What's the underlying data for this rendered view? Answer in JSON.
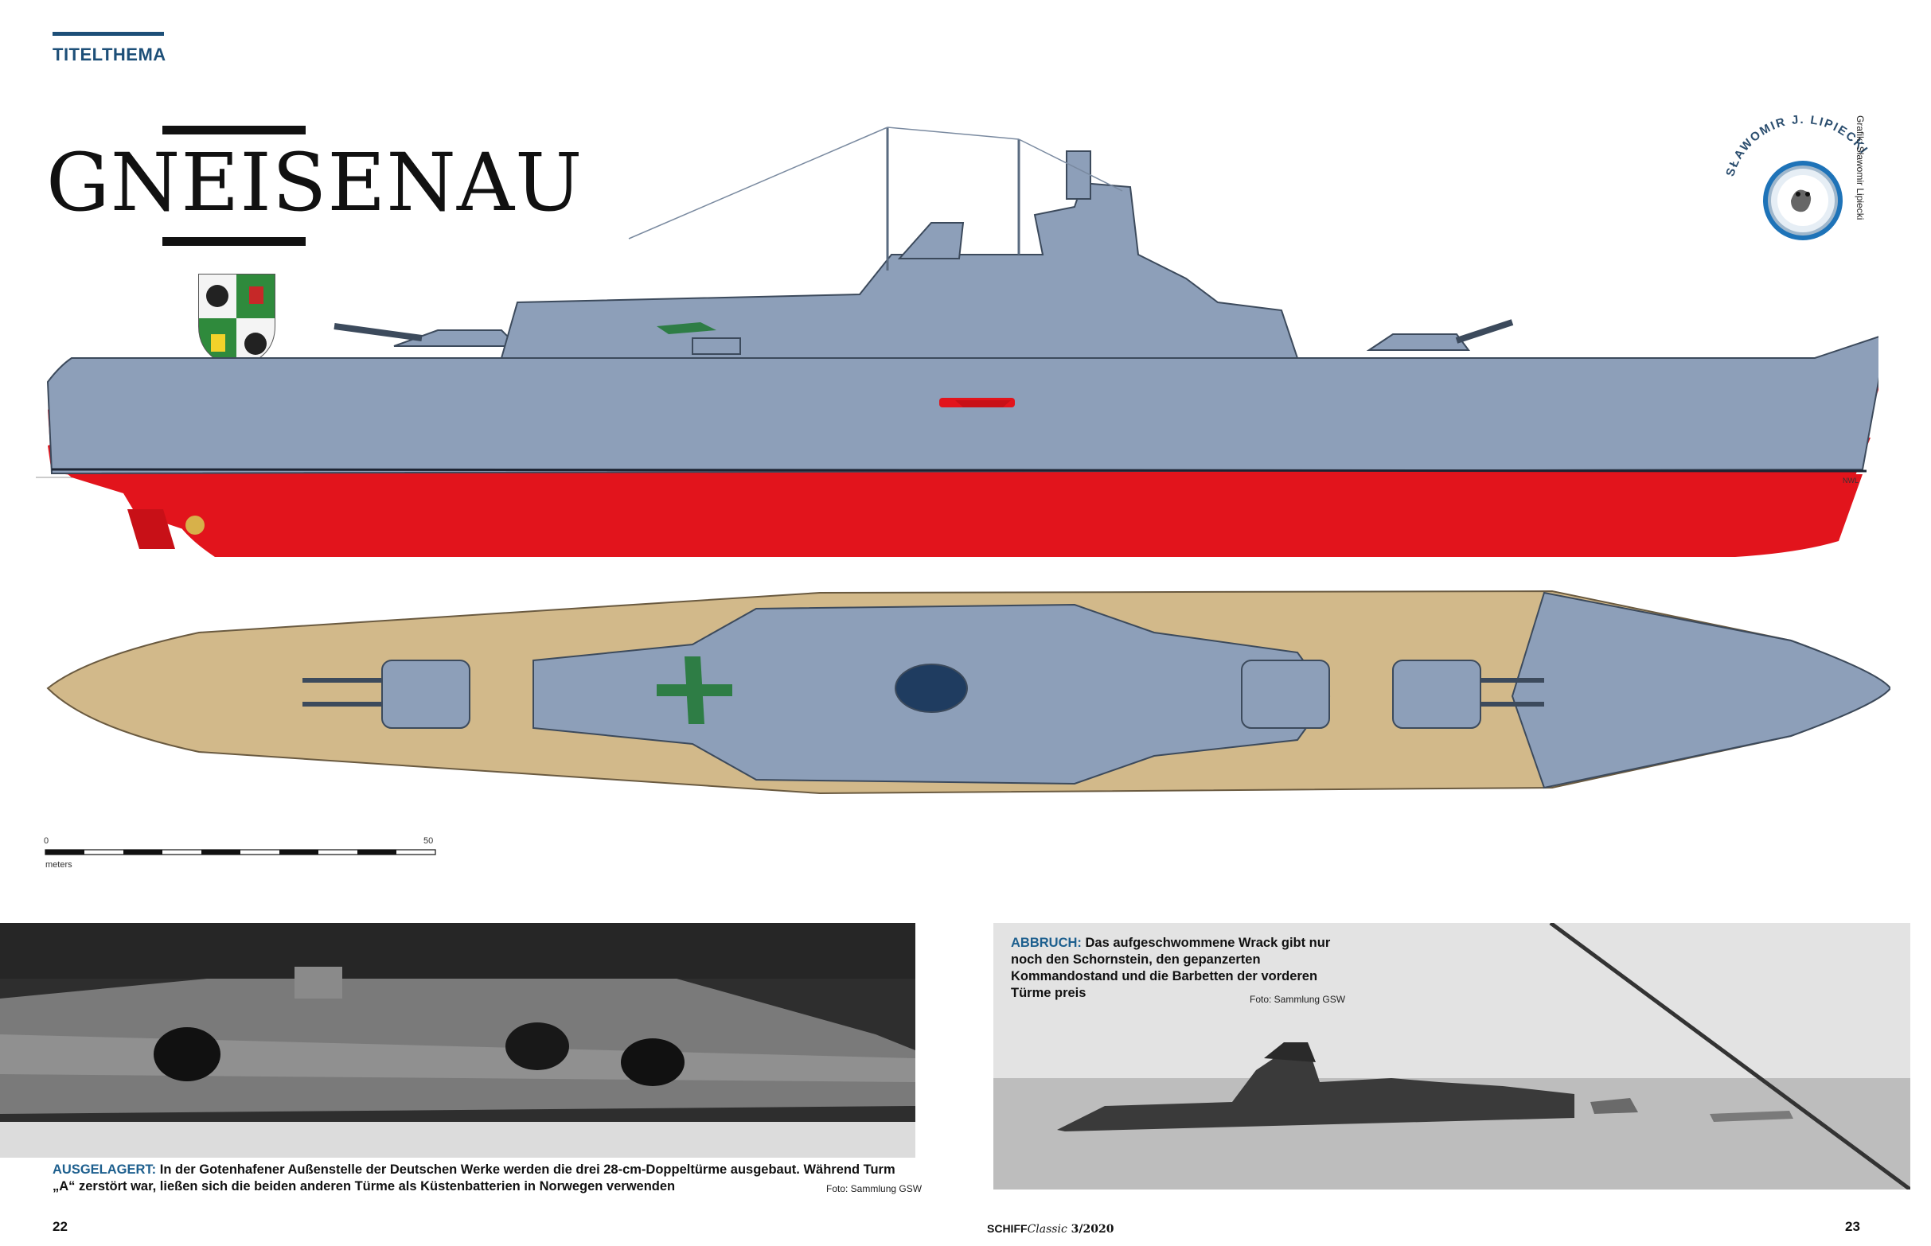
{
  "header": {
    "section": "TITELTHEMA"
  },
  "title": {
    "ship_name": "GNEISENAU"
  },
  "artist": {
    "badge_text": "SŁAWOMIR J. LIPIECKI",
    "credit": "Grafik: Sławomir Lipiecki"
  },
  "drawing": {
    "waterline_label": "NWL",
    "scale": {
      "start": "0",
      "end": "50",
      "unit": "meters"
    }
  },
  "photos": {
    "left": {
      "caption_lead": "AUSGELAGERT:",
      "caption_body": " In der Gotenhafener Außenstelle der Deutschen Werke werden die drei 28-cm-Doppeltürme ausgebaut. Während Turm „A“ zerstört war, ließen sich die beiden anderen Türme als Küstenbatterien in Norwegen verwenden",
      "credit": "Foto: Sammlung GSW"
    },
    "right": {
      "caption_lead": "ABBRUCH:",
      "caption_body": " Das aufgeschwommene Wrack gibt nur noch den Schornstein, den gepanzerten Kommandostand und die Barbetten der vorderen Türme preis",
      "credit": "Foto: Sammlung GSW"
    }
  },
  "footer": {
    "page_left": "22",
    "page_right": "23",
    "magazine_name": "SCHIFF",
    "magazine_sub": "Classic",
    "issue": " 3/2020"
  },
  "colors": {
    "accent": "#1d4f78",
    "hull_grey": "#8d9fb9",
    "antifouling_red": "#e2141c",
    "deck_wood": "#d2b98a"
  }
}
